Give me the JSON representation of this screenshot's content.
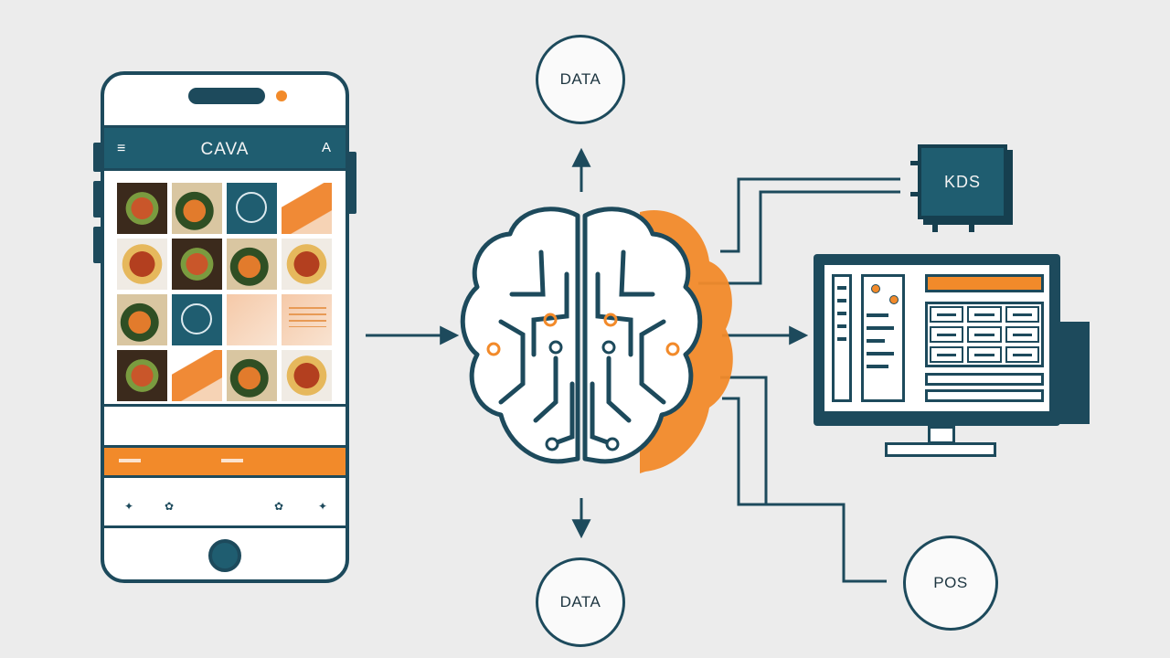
{
  "phone": {
    "app_title": "CAVA",
    "menu_icon": "≡",
    "user_icon": "A",
    "nav_icons": [
      "✦",
      "✿",
      "✿",
      "✦"
    ]
  },
  "nodes": {
    "data_top": "DATA",
    "data_bottom": "DATA",
    "kds": "KDS",
    "pos": "POS"
  },
  "colors": {
    "navy": "#1d4a5c",
    "teal": "#1f5d70",
    "orange": "#f28a2a",
    "background": "#ececec"
  }
}
